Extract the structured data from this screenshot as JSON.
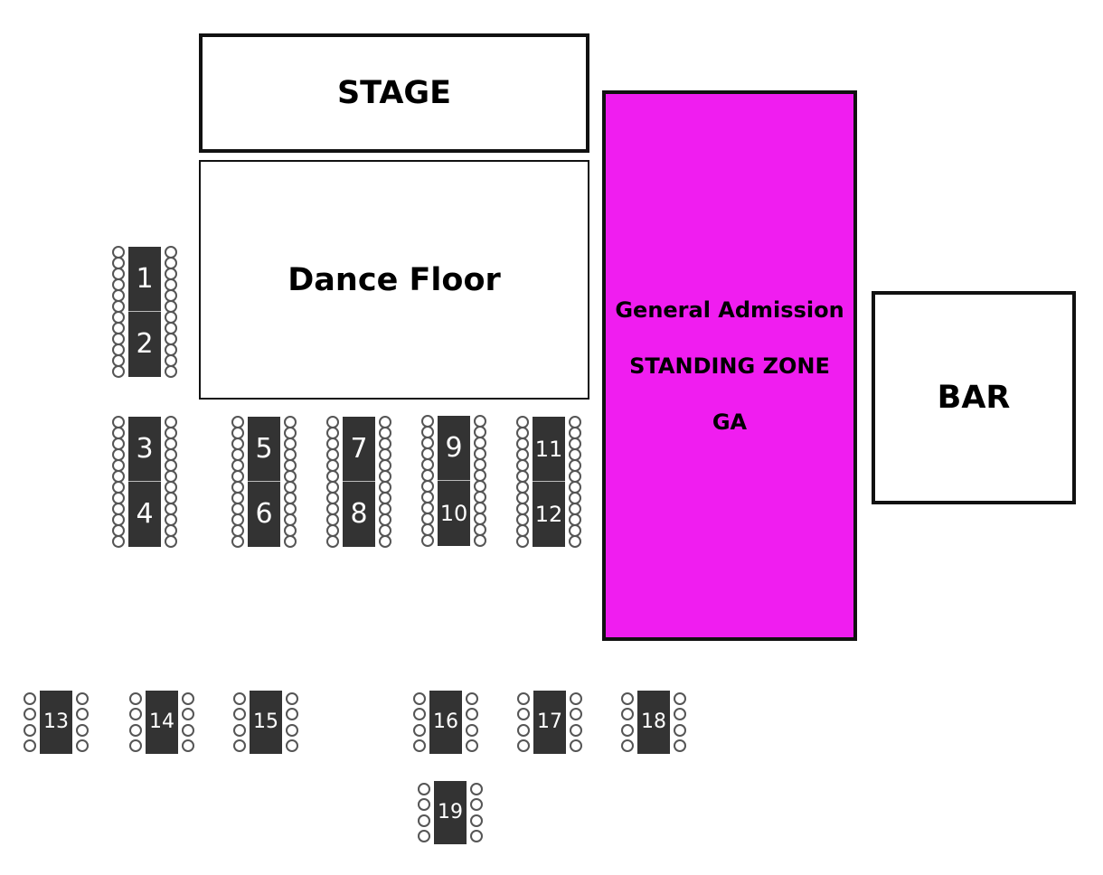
{
  "zones": {
    "stage": "STAGE",
    "dance_floor": "Dance Floor",
    "general_admission": {
      "line1": "General Admission",
      "line2": "STANDING ZONE",
      "line3": "GA"
    },
    "bar": "BAR"
  },
  "colors": {
    "general_admission_fill": "#f01df0",
    "table_fill": "#333333",
    "outline": "#111111"
  },
  "tables": [
    {
      "number": "1"
    },
    {
      "number": "2"
    },
    {
      "number": "3"
    },
    {
      "number": "4"
    },
    {
      "number": "5"
    },
    {
      "number": "6"
    },
    {
      "number": "7"
    },
    {
      "number": "8"
    },
    {
      "number": "9"
    },
    {
      "number": "10"
    },
    {
      "number": "11"
    },
    {
      "number": "12"
    },
    {
      "number": "13"
    },
    {
      "number": "14"
    },
    {
      "number": "15"
    },
    {
      "number": "16"
    },
    {
      "number": "17"
    },
    {
      "number": "18"
    },
    {
      "number": "19"
    }
  ]
}
